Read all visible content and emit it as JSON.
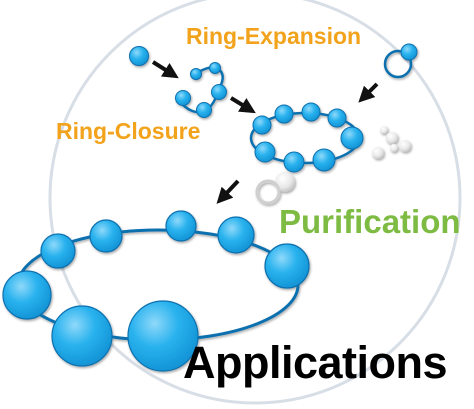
{
  "labels": {
    "ring_expansion": "Ring-Expansion",
    "ring_closure": "Ring-Closure",
    "purification": "Purification",
    "applications": "Applications"
  },
  "colors": {
    "bead_fill": "#1EA7E6",
    "bead_highlight": "#8FD9FA",
    "bead_stroke": "#0A6FAE",
    "arrow": "#111111",
    "background_circle": "#D8DEE6",
    "impurity_bead": "#E6E6E6",
    "expansion_label": "#F2A31B",
    "purification_label": "#7DBB42",
    "applications_label": "#000000"
  }
}
